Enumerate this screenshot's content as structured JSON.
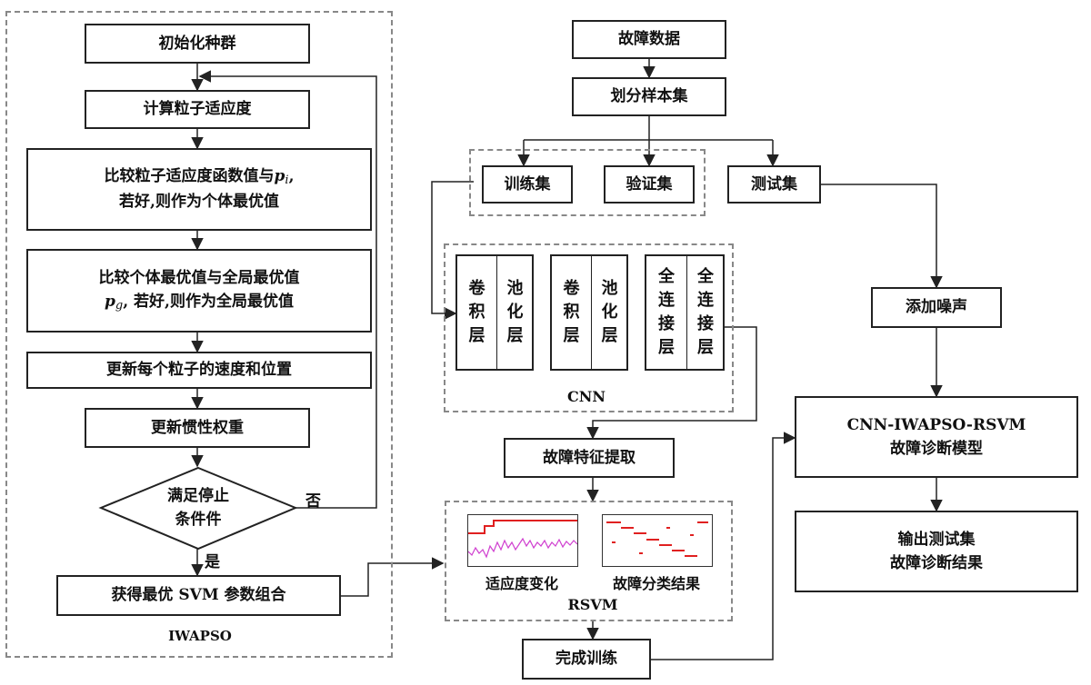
{
  "iwapso": {
    "group_label": "IWAPSO",
    "init": "初始化种群",
    "compute_fitness": "计算粒子适应度",
    "compare_personal_l1": "比较粒子适应度函数值与",
    "compare_personal_var": "p",
    "compare_personal_sub": "i",
    "compare_personal_l2": "若好,则作为个体最优值",
    "compare_global_l1": "比较个体最优值与全局最优值",
    "compare_global_var": "p",
    "compare_global_sub": "g",
    "compare_global_l2": ", 若好,则作为全局最优值",
    "update_velocity": "更新每个粒子的速度和位置",
    "update_inertia": "更新惯性权重",
    "stop_condition": "满足停止\n条件件",
    "no_label": "否",
    "yes_label": "是",
    "get_best": "获得最优 SVM 参数组合"
  },
  "pipeline": {
    "fault_data": "故障数据",
    "split_samples": "划分样本集",
    "train_set": "训练集",
    "validation_set": "验证集",
    "test_set": "测试集",
    "add_noise": "添加噪声",
    "feature_extract": "故障特征提取",
    "complete_training": "完成训练",
    "model": "CNN-IWAPSO-RSVM\n故障诊断模型",
    "output": "输出测试集\n故障诊断结果"
  },
  "cnn": {
    "label": "CNN",
    "units": [
      {
        "left": "卷\n积\n层",
        "right": "池\n化\n层"
      },
      {
        "left": "卷\n积\n层",
        "right": "池\n化\n层"
      },
      {
        "left": "全\n连\n接\n层",
        "right": "全\n连\n接\n层"
      }
    ]
  },
  "rsvm": {
    "label": "RSVM",
    "fitness_caption": "适应度变化",
    "classification_caption": "故障分类结果"
  },
  "colors": {
    "line": "#222222",
    "dash": "#888888",
    "fitness_best": "#e02020",
    "fitness_avg": "#d040d0",
    "classification": "#e02020"
  }
}
